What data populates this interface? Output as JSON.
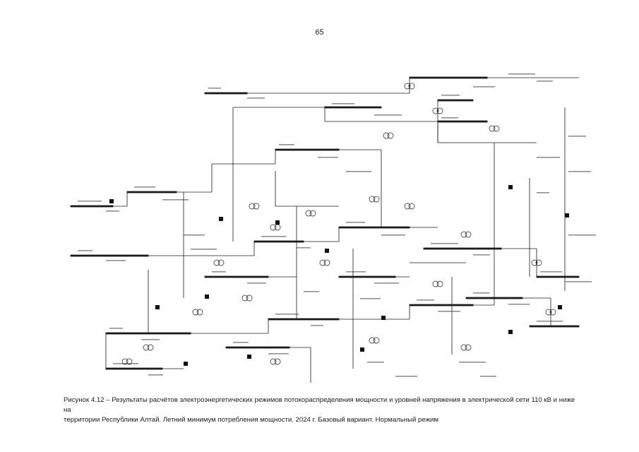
{
  "page_number": "65",
  "caption": {
    "line1": "Рисунок 4.12 – Результаты расчётов электроэнергетических режимов потокораспределения мощности и уровней напряжения в электрической сети 110 кВ и ниже на",
    "line2": "территории Республики Алтай. Летний минимум потребления мощности. 2024 г. Базовый вариант. Нормальный режим"
  },
  "colors": {
    "line": "#1a1a1a",
    "background": "#ffffff",
    "node": "#111111"
  }
}
